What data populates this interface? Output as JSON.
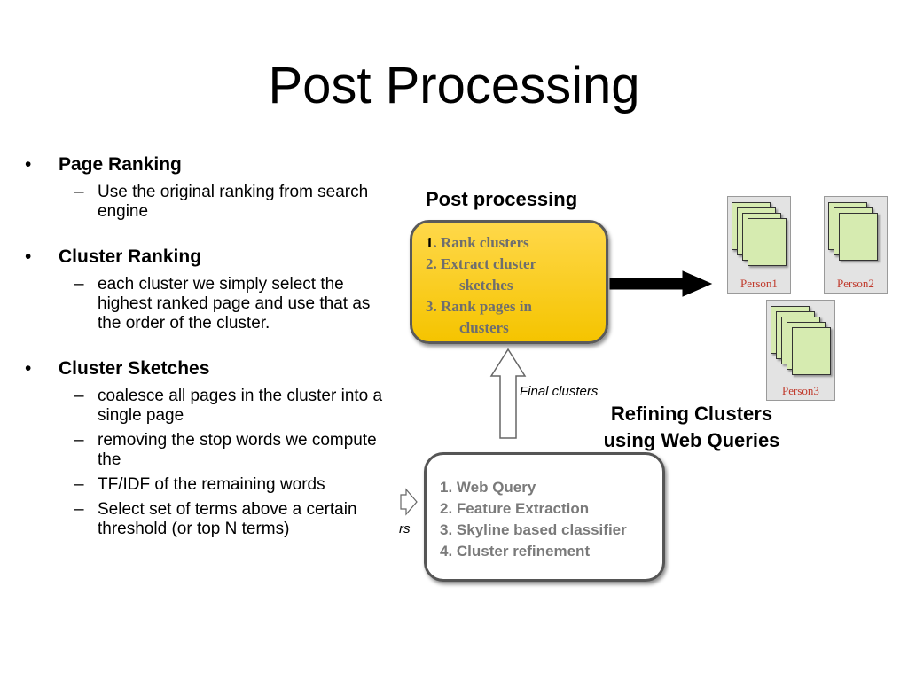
{
  "title": "Post Processing",
  "bullets": [
    {
      "heading": "Page Ranking",
      "subs": [
        "Use the original ranking from search engine"
      ]
    },
    {
      "heading": "Cluster Ranking",
      "subs": [
        "each cluster we simply select the highest ranked page and use that as the order of the cluster."
      ]
    },
    {
      "heading": "Cluster Sketches",
      "subs": [
        "coalesce all pages in the cluster into a single page",
        "removing the stop words we compute the",
        "TF/IDF of the remaining words",
        "Select set of terms above a certain threshold (or top N terms)"
      ]
    }
  ],
  "diagram": {
    "post_processing_label": "Post processing",
    "post_steps": {
      "step1_num": "1",
      "step1_text": ". Rank clusters",
      "step2_a": "2. Extract cluster",
      "step2_b": "sketches",
      "step3_a": "3. Rank pages in",
      "step3_b": "clusters"
    },
    "final_clusters_label": "Final clusters",
    "refining_title_line1": "Refining Clusters",
    "refining_title_line2": "using Web Queries",
    "refine_steps": [
      "1. Web Query",
      "2. Feature Extraction",
      "3. Skyline based classifier",
      "4. Cluster refinement"
    ],
    "clipped_label": "rs",
    "persons": [
      "Person1",
      "Person2",
      "Person3"
    ],
    "colors": {
      "gold_box": "#f5c400",
      "page_fill": "#d6ebb0",
      "person_bg": "#e3e3e3",
      "person_label": "#c0392b"
    }
  }
}
